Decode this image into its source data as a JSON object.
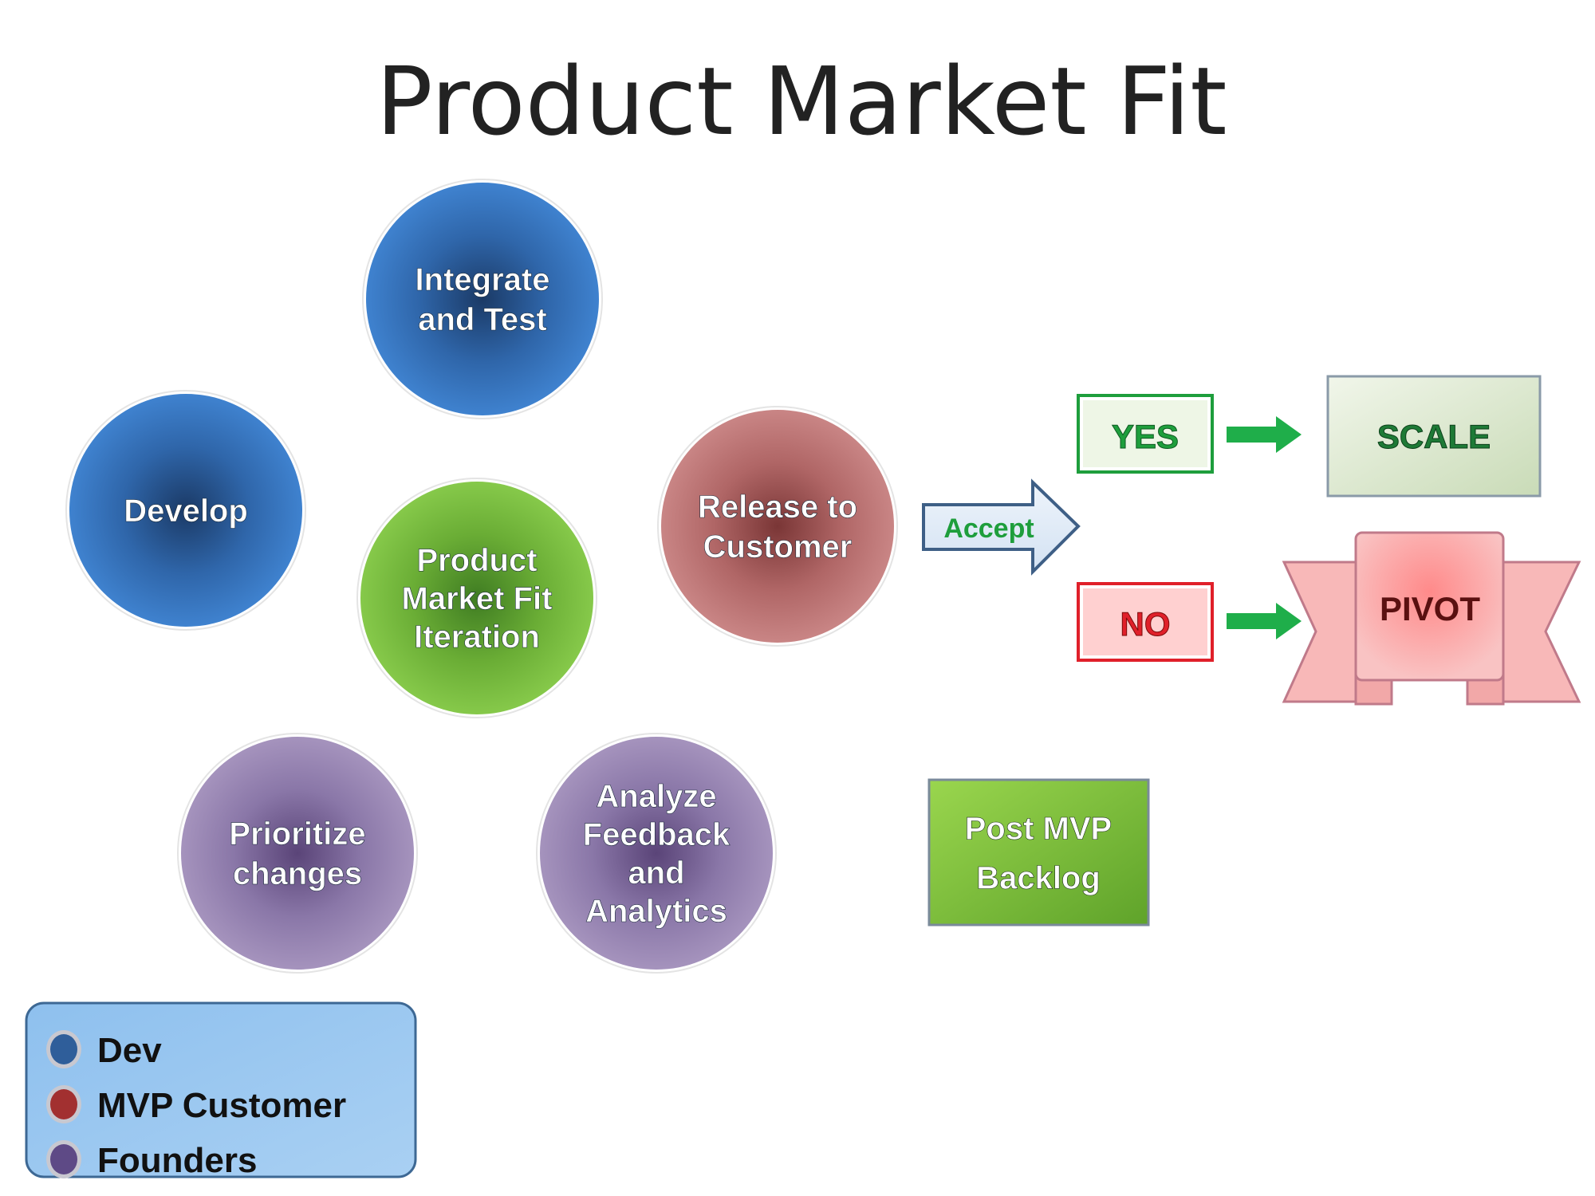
{
  "title": "Product Market Fit",
  "colors": {
    "dev_blue": "#3b7bc8",
    "customer_red": "#c07878",
    "founders_purple": "#9a86b4",
    "iteration_green": "#7cc240",
    "yes_green": "#1e9e3c",
    "no_red": "#e0202a",
    "accept_text": "#1e9e3c",
    "scale_text": "#1e7a36",
    "pivot_text": "#5a1010"
  },
  "stages": [
    {
      "id": "integrate",
      "lines": [
        "Integrate",
        "and Test"
      ],
      "group": "dev"
    },
    {
      "id": "develop",
      "lines": [
        "Develop"
      ],
      "group": "dev"
    },
    {
      "id": "iteration",
      "lines": [
        "Product",
        "Market Fit",
        "Iteration"
      ],
      "group": "center"
    },
    {
      "id": "release",
      "lines": [
        "Release to",
        "Customer"
      ],
      "group": "customer"
    },
    {
      "id": "prioritize",
      "lines": [
        "Prioritize",
        "changes"
      ],
      "group": "founders"
    },
    {
      "id": "analyze",
      "lines": [
        "Analyze",
        "Feedback",
        "and",
        "Analytics"
      ],
      "group": "founders"
    }
  ],
  "decision": {
    "accept_label": "Accept",
    "yes_label": "YES",
    "no_label": "NO",
    "scale_label": "SCALE",
    "pivot_label": "PIVOT"
  },
  "backlog": {
    "lines": [
      "Post MVP",
      "Backlog"
    ]
  },
  "legend": {
    "items": [
      {
        "label": "Dev",
        "color": "#2f5e9a"
      },
      {
        "label": "MVP Customer",
        "color": "#a23030"
      },
      {
        "label": "Founders",
        "color": "#5e4a86"
      }
    ]
  }
}
